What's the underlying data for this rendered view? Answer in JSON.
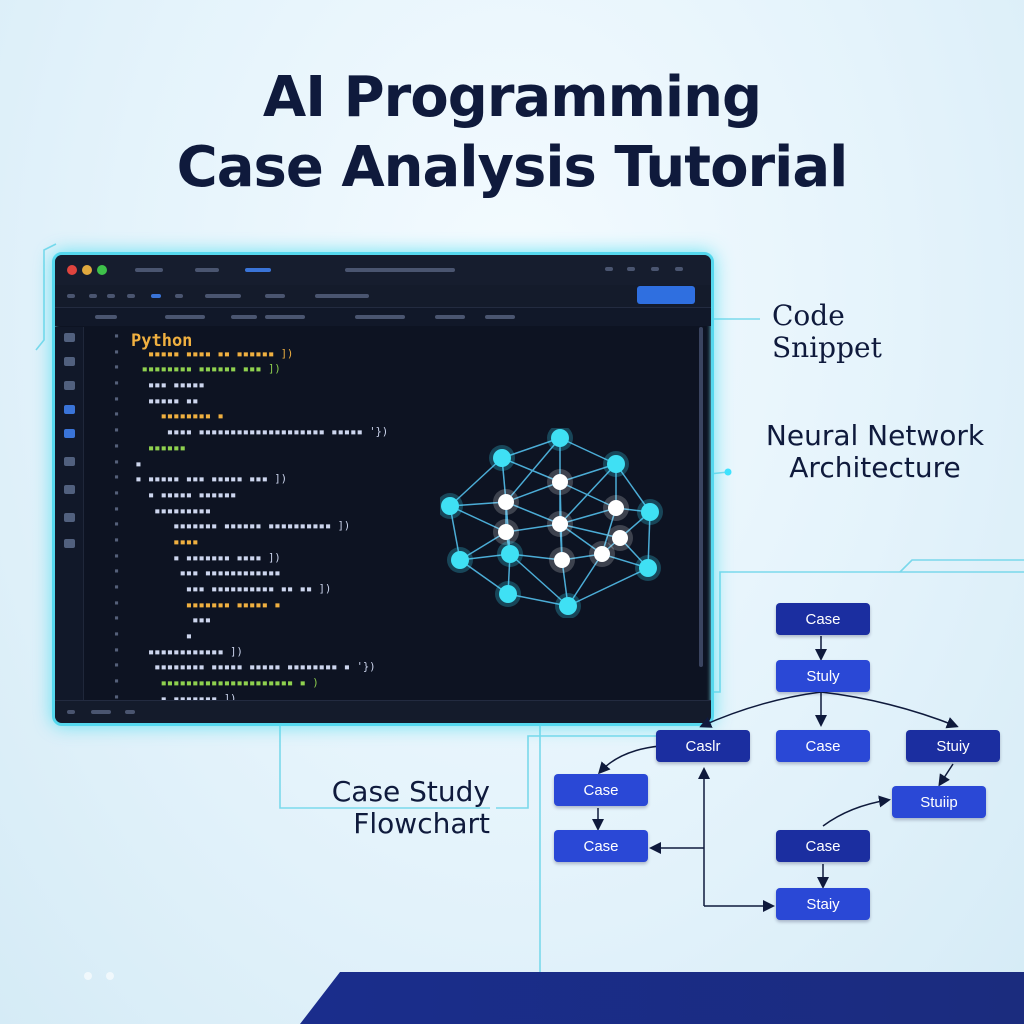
{
  "title": {
    "line1": "AI Programming",
    "line2": "Case Analysis Tutorial"
  },
  "editor": {
    "language_label": "Python",
    "code_lines": [
      "",
      "   ▪▪▪▪▪ ▪▪▪▪ ▪▪ ▪▪▪▪▪▪ ])",
      "  ▪▪▪▪▪▪▪▪ ▪▪▪▪▪▪ ▪▪▪ ])",
      "   ▪▪▪ ▪▪▪▪▪",
      "   ▪▪▪▪▪ ▪▪",
      "     ▪▪▪▪▪▪▪▪ ▪",
      "      ▪▪▪▪ ▪▪▪▪▪▪▪▪▪▪▪▪▪▪▪▪▪▪▪▪ ▪▪▪▪▪ '})",
      "   ▪▪▪▪▪▪",
      " ▪",
      " ▪ ▪▪▪▪▪ ▪▪▪ ▪▪▪▪▪ ▪▪▪ ])",
      "   ▪ ▪▪▪▪▪ ▪▪▪▪▪▪",
      "    ▪▪▪▪▪▪▪▪▪",
      "       ▪▪▪▪▪▪▪ ▪▪▪▪▪▪ ▪▪▪▪▪▪▪▪▪▪ ])",
      "       ▪▪▪▪",
      "       ▪ ▪▪▪▪▪▪▪ ▪▪▪▪ ])",
      "        ▪▪▪ ▪▪▪▪▪▪▪▪▪▪▪▪",
      "         ▪▪▪ ▪▪▪▪▪▪▪▪▪▪ ▪▪ ▪▪ ])",
      "         ▪▪▪▪▪▪▪ ▪▪▪▪▪ ▪",
      "          ▪▪▪",
      "         ▪",
      "   ▪▪▪▪▪▪▪▪▪▪▪▪ ])",
      "    ▪▪▪▪▪▪▪▪ ▪▪▪▪▪ ▪▪▪▪▪ ▪▪▪▪▪▪▪▪ ▪ '})",
      "     ▪▪▪▪▪▪▪▪▪▪▪▪▪▪▪▪▪▪▪▪▪ ▪ )",
      "     ▪ ▪▪▪▪▪▪▪ ])",
      "   ▪",
      "  ▪"
    ],
    "colors": {
      "frame_glow": "#55d8ee",
      "keyword": "#f0b040",
      "string": "#8fd14f",
      "text": "#cdd6ee",
      "accent": "#3a74d8"
    }
  },
  "labels": {
    "code_snippet_line1": "Code",
    "code_snippet_line2": "Snippet",
    "neural_network_line1": "Neural Network",
    "neural_network_line2": "Architecture",
    "flowchart_line1": "Case Study",
    "flowchart_line2": "Flowchart"
  },
  "flowchart": {
    "boxes": [
      {
        "id": "b1",
        "text": "Case"
      },
      {
        "id": "b2",
        "text": "Stuly"
      },
      {
        "id": "b3",
        "text": "Caslr"
      },
      {
        "id": "b4",
        "text": "Case"
      },
      {
        "id": "b5",
        "text": "Stuiy"
      },
      {
        "id": "b6",
        "text": "Case"
      },
      {
        "id": "b7",
        "text": "Stuiip"
      },
      {
        "id": "b8",
        "text": "Case"
      },
      {
        "id": "b9",
        "text": "Case"
      },
      {
        "id": "b10",
        "text": "Staiy"
      }
    ],
    "box_color": "#1b2ea0"
  }
}
